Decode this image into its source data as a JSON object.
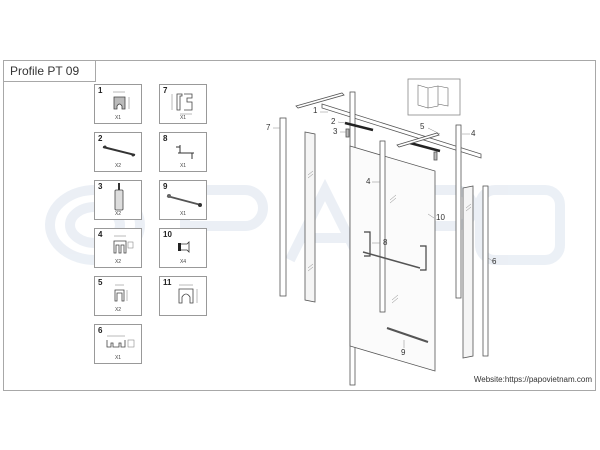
{
  "title": "Profile PT 09",
  "watermark": "PAPO",
  "parts": [
    {
      "num": "1",
      "qty": "X1",
      "icon": "profile-u-channel-icon"
    },
    {
      "num": "7",
      "qty": "X1",
      "icon": "profile-wall-channel-icon"
    },
    {
      "num": "2",
      "qty": "X2",
      "icon": "roller-track-icon"
    },
    {
      "num": "8",
      "qty": "X1",
      "icon": "handle-icon"
    },
    {
      "num": "3",
      "qty": "X2",
      "icon": "roller-stopper-icon"
    },
    {
      "num": "9",
      "qty": "X1",
      "icon": "towel-bar-icon"
    },
    {
      "num": "4",
      "qty": "X2",
      "icon": "profile-double-u-icon"
    },
    {
      "num": "10",
      "qty": "X4",
      "icon": "bottom-guide-icon"
    },
    {
      "num": "5",
      "qty": "X2",
      "icon": "profile-small-u-icon"
    },
    {
      "num": "11",
      "qty": "X1",
      "icon": "profile-top-rail-icon"
    },
    {
      "num": "6",
      "qty": "X1",
      "icon": "profile-wide-channel-icon"
    }
  ],
  "callouts": [
    "1",
    "2",
    "3",
    "4",
    "5",
    "4",
    "7",
    "10",
    "8",
    "6",
    "9"
  ],
  "website": "Website:https://papovietnam.com"
}
